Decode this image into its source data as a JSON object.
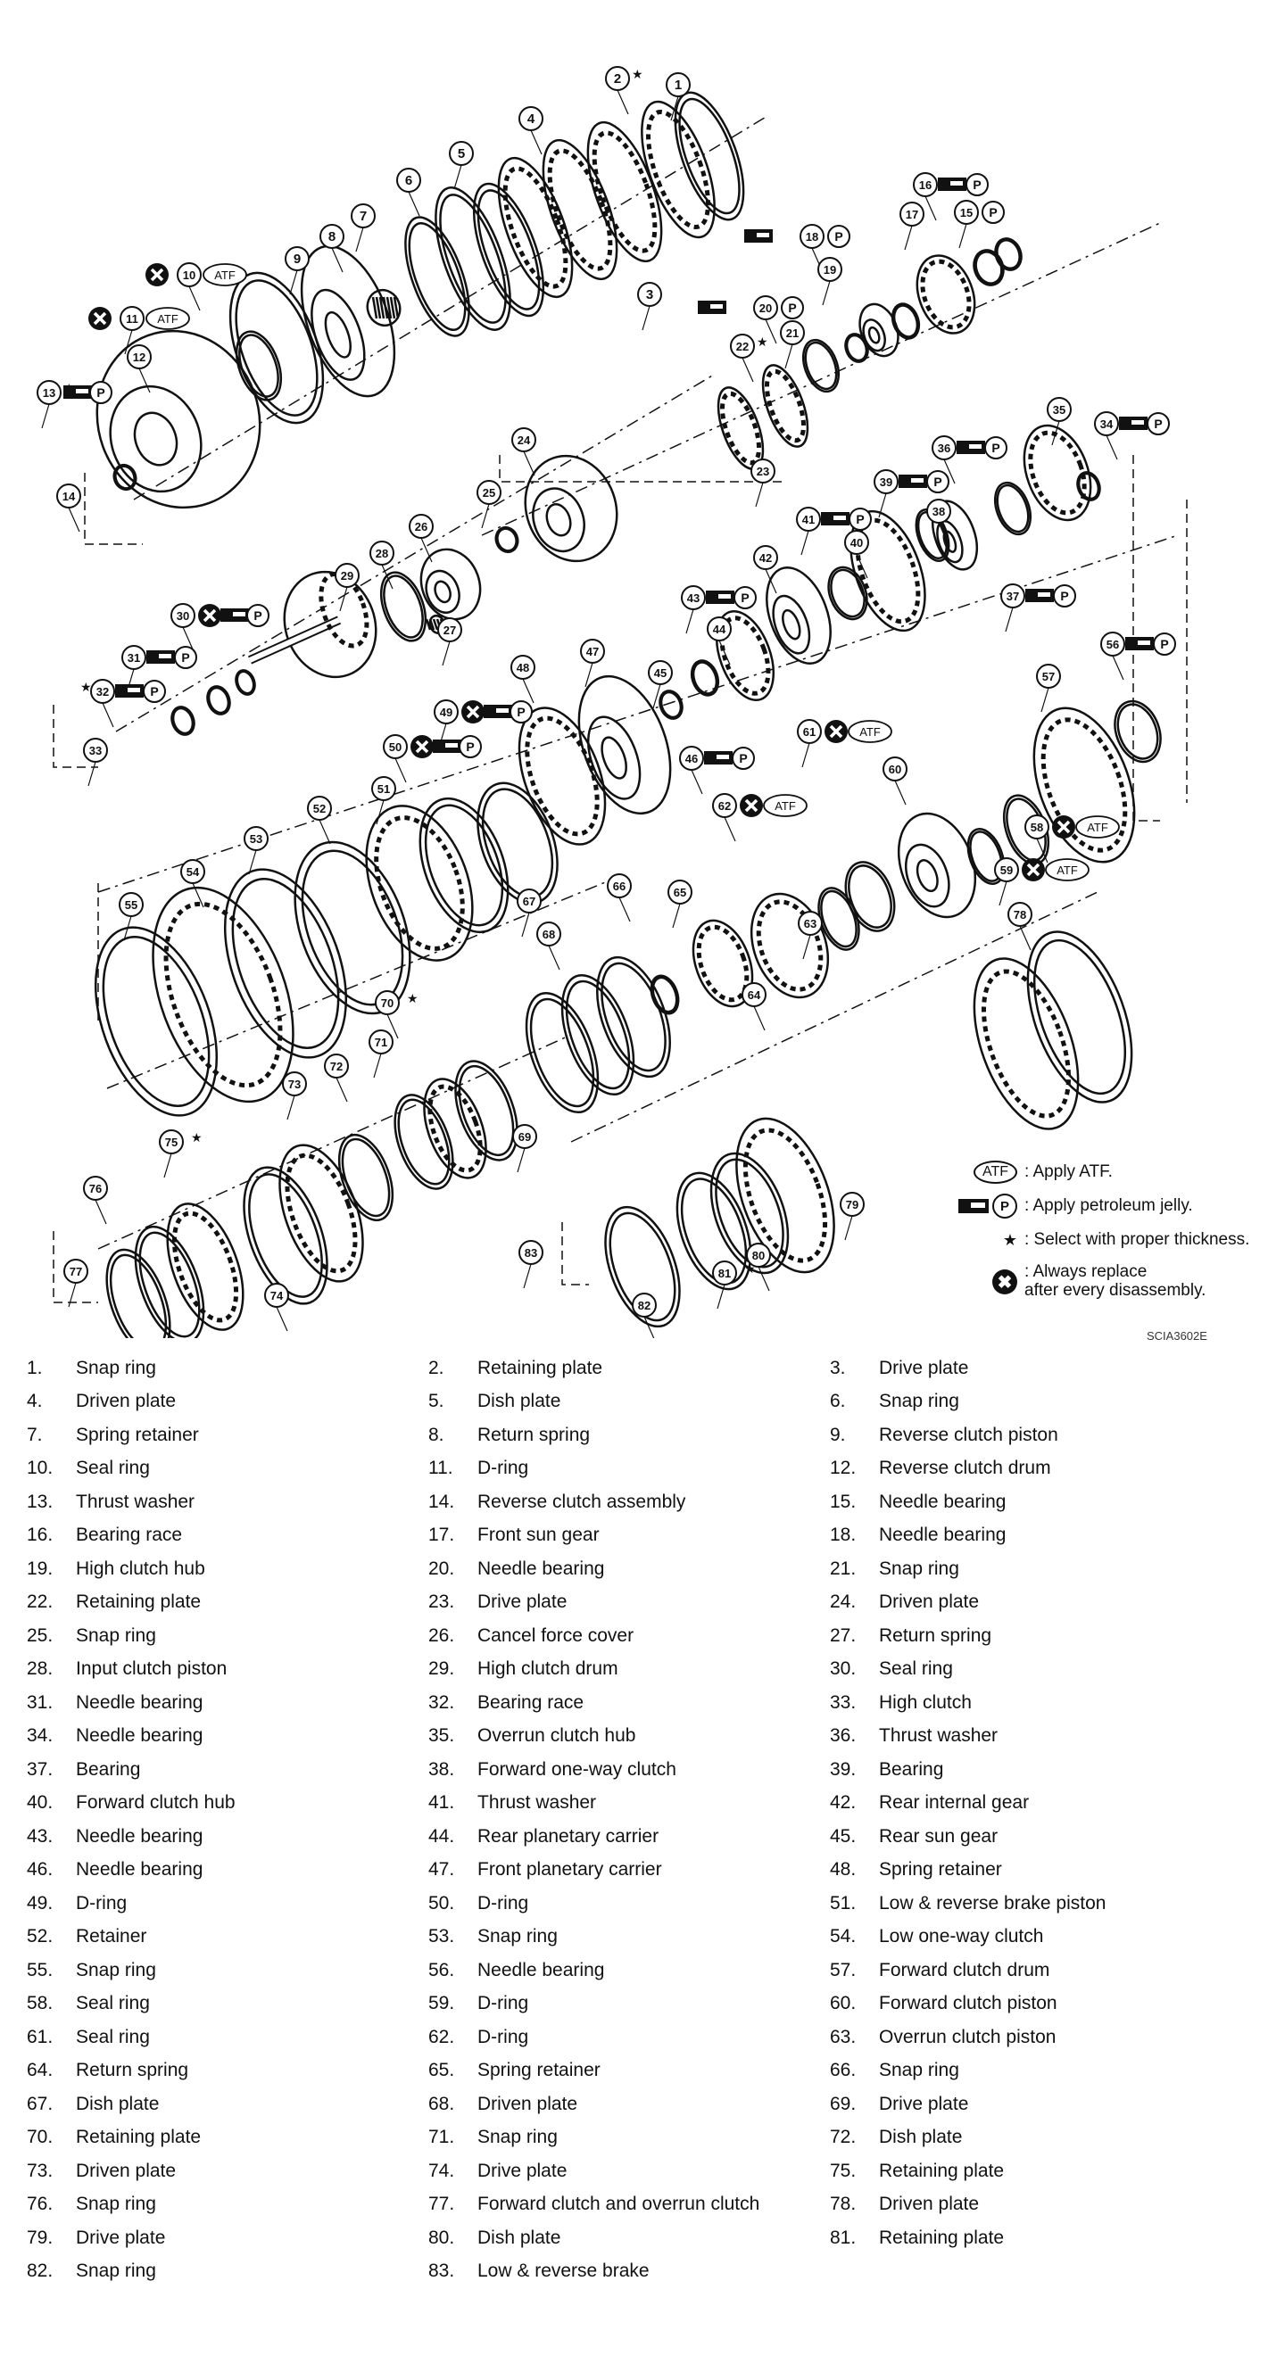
{
  "diagram": {
    "callouts": [
      "1",
      "2",
      "3",
      "4",
      "5",
      "6",
      "7",
      "8",
      "9",
      "10",
      "11",
      "12",
      "13",
      "14",
      "15",
      "16",
      "17",
      "18",
      "19",
      "20",
      "21",
      "22",
      "23",
      "24",
      "25",
      "26",
      "27",
      "28",
      "29",
      "30",
      "31",
      "32",
      "33",
      "34",
      "35",
      "36",
      "37",
      "38",
      "39",
      "40",
      "41",
      "42",
      "43",
      "44",
      "45",
      "46",
      "47",
      "48",
      "49",
      "50",
      "51",
      "52",
      "53",
      "54",
      "55",
      "56",
      "57",
      "58",
      "59",
      "60",
      "61",
      "62",
      "63",
      "64",
      "65",
      "66",
      "67",
      "68",
      "69",
      "70",
      "71",
      "72",
      "73",
      "74",
      "75",
      "76",
      "77",
      "78",
      "79",
      "80",
      "81",
      "82",
      "83"
    ],
    "atf_label": "ATF",
    "p_label": "P",
    "star_glyph": "★",
    "x_glyph": "✖"
  },
  "legend": [
    {
      "symbol": "atf",
      "text": ": Apply ATF."
    },
    {
      "symbol": "jelly",
      "text": ": Apply petroleum jelly."
    },
    {
      "symbol": "star",
      "text": ": Select with proper thickness."
    },
    {
      "symbol": "replace",
      "text": ": Always replace\nafter every disassembly."
    }
  ],
  "ref_code": "SCIA3602E",
  "parts": [
    [
      "1.",
      "Snap ring"
    ],
    [
      "2.",
      "Retaining plate"
    ],
    [
      "3.",
      "Drive plate"
    ],
    [
      "4.",
      "Driven plate"
    ],
    [
      "5.",
      "Dish plate"
    ],
    [
      "6.",
      "Snap ring"
    ],
    [
      "7.",
      "Spring retainer"
    ],
    [
      "8.",
      "Return spring"
    ],
    [
      "9.",
      "Reverse clutch piston"
    ],
    [
      "10.",
      "Seal ring"
    ],
    [
      "11.",
      "D-ring"
    ],
    [
      "12.",
      "Reverse clutch drum"
    ],
    [
      "13.",
      "Thrust washer"
    ],
    [
      "14.",
      "Reverse clutch assembly"
    ],
    [
      "15.",
      "Needle bearing"
    ],
    [
      "16.",
      "Bearing race"
    ],
    [
      "17.",
      "Front sun gear"
    ],
    [
      "18.",
      "Needle bearing"
    ],
    [
      "19.",
      "High clutch hub"
    ],
    [
      "20.",
      "Needle bearing"
    ],
    [
      "21.",
      "Snap ring"
    ],
    [
      "22.",
      "Retaining plate"
    ],
    [
      "23.",
      "Drive plate"
    ],
    [
      "24.",
      "Driven plate"
    ],
    [
      "25.",
      "Snap ring"
    ],
    [
      "26.",
      "Cancel force cover"
    ],
    [
      "27.",
      "Return spring"
    ],
    [
      "28.",
      "Input clutch piston"
    ],
    [
      "29.",
      "High clutch drum"
    ],
    [
      "30.",
      "Seal ring"
    ],
    [
      "31.",
      "Needle bearing"
    ],
    [
      "32.",
      "Bearing race"
    ],
    [
      "33.",
      "High clutch"
    ],
    [
      "34.",
      "Needle bearing"
    ],
    [
      "35.",
      "Overrun clutch hub"
    ],
    [
      "36.",
      "Thrust washer"
    ],
    [
      "37.",
      "Bearing"
    ],
    [
      "38.",
      "Forward one-way clutch"
    ],
    [
      "39.",
      "Bearing"
    ],
    [
      "40.",
      "Forward clutch hub"
    ],
    [
      "41.",
      "Thrust washer"
    ],
    [
      "42.",
      "Rear internal gear"
    ],
    [
      "43.",
      "Needle bearing"
    ],
    [
      "44.",
      "Rear planetary carrier"
    ],
    [
      "45.",
      "Rear sun gear"
    ],
    [
      "46.",
      "Needle bearing"
    ],
    [
      "47.",
      "Front planetary carrier"
    ],
    [
      "48.",
      "Spring retainer"
    ],
    [
      "49.",
      "D-ring"
    ],
    [
      "50.",
      "D-ring"
    ],
    [
      "51.",
      "Low & reverse brake piston"
    ],
    [
      "52.",
      "Retainer"
    ],
    [
      "53.",
      "Snap ring"
    ],
    [
      "54.",
      "Low one-way clutch"
    ],
    [
      "55.",
      "Snap ring"
    ],
    [
      "56.",
      "Needle bearing"
    ],
    [
      "57.",
      "Forward clutch drum"
    ],
    [
      "58.",
      "Seal ring"
    ],
    [
      "59.",
      "D-ring"
    ],
    [
      "60.",
      "Forward clutch piston"
    ],
    [
      "61.",
      "Seal ring"
    ],
    [
      "62.",
      "D-ring"
    ],
    [
      "63.",
      "Overrun clutch piston"
    ],
    [
      "64.",
      "Return spring"
    ],
    [
      "65.",
      "Spring retainer"
    ],
    [
      "66.",
      "Snap ring"
    ],
    [
      "67.",
      "Dish plate"
    ],
    [
      "68.",
      "Driven plate"
    ],
    [
      "69.",
      "Drive plate"
    ],
    [
      "70.",
      "Retaining plate"
    ],
    [
      "71.",
      "Snap ring"
    ],
    [
      "72.",
      "Dish plate"
    ],
    [
      "73.",
      "Driven plate"
    ],
    [
      "74.",
      "Drive plate"
    ],
    [
      "75.",
      "Retaining plate"
    ],
    [
      "76.",
      "Snap ring"
    ],
    [
      "77.",
      "Forward clutch and overrun clutch"
    ],
    [
      "78.",
      "Driven plate"
    ],
    [
      "79.",
      "Drive plate"
    ],
    [
      "80.",
      "Dish plate"
    ],
    [
      "81.",
      "Retaining plate"
    ],
    [
      "82.",
      "Snap ring"
    ],
    [
      "83.",
      "Low & reverse brake"
    ],
    [
      "",
      ""
    ]
  ]
}
